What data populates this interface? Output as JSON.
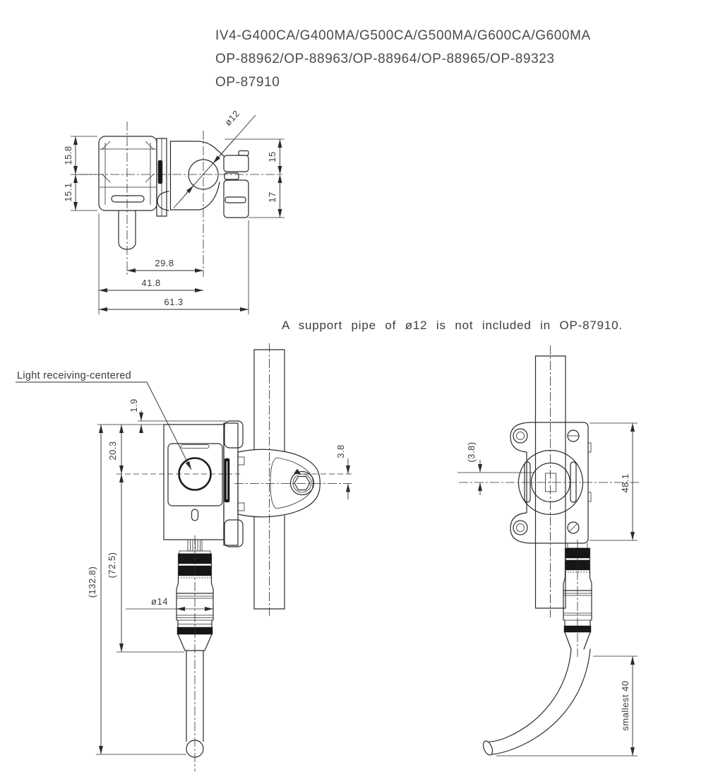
{
  "title": {
    "line1": "IV4-G400CA/G400MA/G500CA/G500MA/G600CA/G600MA",
    "line2": "OP-88962/OP-88963/OP-88964/OP-88965/OP-89323",
    "line3": "OP-87910"
  },
  "note": "A support pipe of ø12 is not included in OP-87910.",
  "top_view": {
    "dim_left_upper": "15.8",
    "dim_left_lower": "15.1",
    "dim_pipe_dia": "ø12",
    "dim_right_upper": "15",
    "dim_right_lower": "17",
    "dim_width_inner": "29.8",
    "dim_width_mid": "41.8",
    "dim_width_outer": "61.3"
  },
  "front_view": {
    "callout": "Light receiving-centered",
    "dim_edge_offset": "1.9",
    "dim_lens_center": "20.3",
    "dim_axis_offset": "3.8",
    "dim_connector_length": "(72.5)",
    "dim_overall_length": "(132.8)",
    "dim_connector_dia": "ø14"
  },
  "side_view": {
    "dim_axis_offset": "(3.8)",
    "dim_bracket_height": "48.1",
    "dim_bend_radius": "smallest 40"
  },
  "colors": {
    "line": "#2b2b2b",
    "black_band": "#161616",
    "text": "#3a3a3a"
  }
}
